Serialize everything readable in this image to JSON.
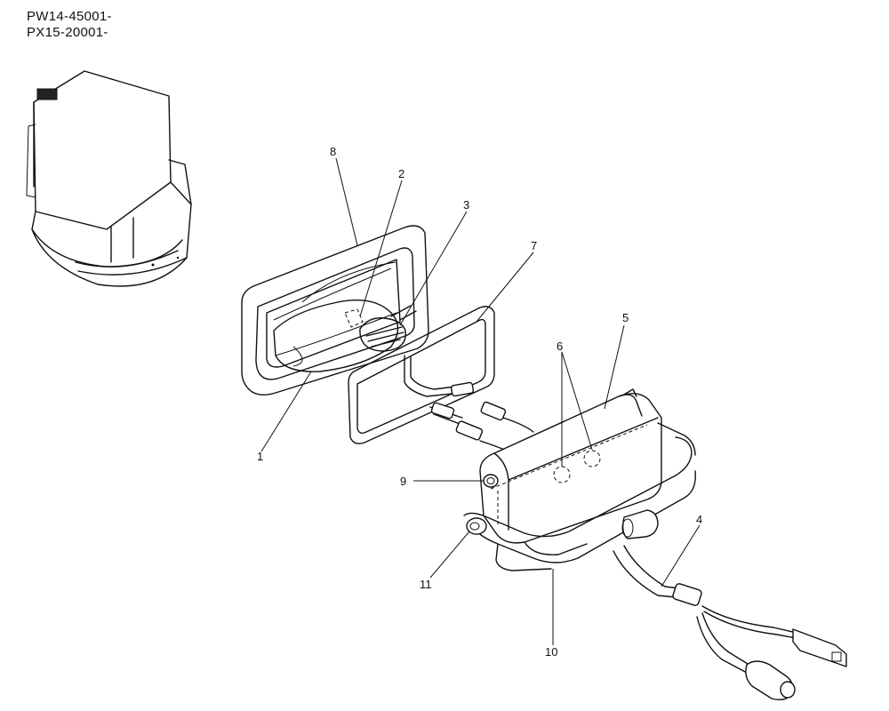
{
  "serial_numbers": [
    "PW14-45001-",
    "PX15-20001-"
  ],
  "callouts": {
    "c1": "1",
    "c2": "2",
    "c3": "3",
    "c4": "4",
    "c5": "5",
    "c6": "6",
    "c7": "7",
    "c8": "8",
    "c9": "9",
    "c10": "10",
    "c11": "11"
  }
}
